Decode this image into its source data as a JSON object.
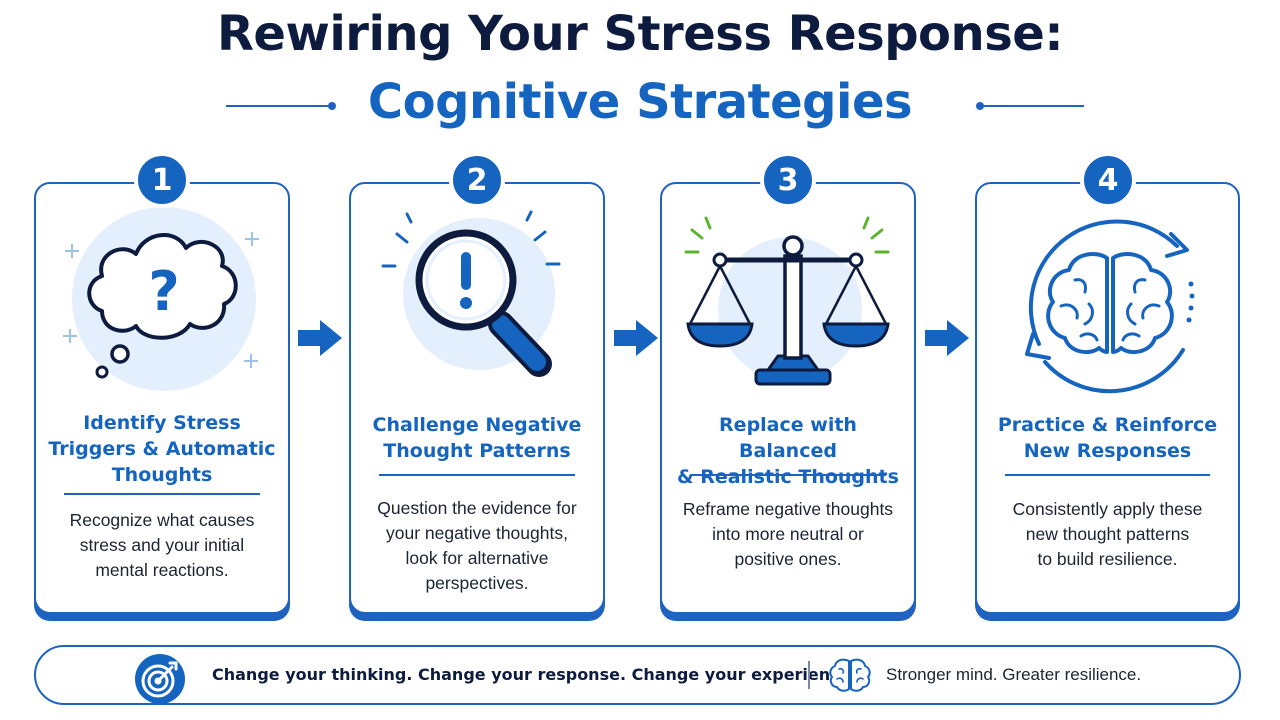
{
  "title": {
    "line1": "Rewiring Your Stress Response:",
    "line2": "Cognitive Strategies"
  },
  "colors": {
    "primary_blue": "#1565c0",
    "navy": "#0d1b3e",
    "light_blue": "#e3effc",
    "accent_green": "#5cb32e"
  },
  "steps": [
    {
      "number": "1",
      "icon": "thought-cloud-question-icon",
      "title": [
        "Identify Stress",
        "Triggers & Automatic",
        "Thoughts"
      ],
      "description": [
        "Recognize what causes",
        "stress and your initial",
        "mental reactions."
      ]
    },
    {
      "number": "2",
      "icon": "magnifying-glass-exclamation-icon",
      "title": [
        "Challenge Negative",
        "Thought Patterns"
      ],
      "description": [
        "Question the evidence for",
        "your negative thoughts,",
        "look for alternative",
        "perspectives."
      ]
    },
    {
      "number": "3",
      "icon": "balance-scale-icon",
      "title": [
        "Replace with Balanced",
        "& Realistic Thoughts"
      ],
      "description": [
        "Reframe negative thoughts",
        "into more neutral or",
        "positive ones."
      ]
    },
    {
      "number": "4",
      "icon": "brain-cycle-icon",
      "title": [
        "Practice & Reinforce",
        "New Responses"
      ],
      "description": [
        "Consistently apply these",
        "new thought patterns",
        "to build resilience."
      ]
    }
  ],
  "footer": {
    "main_text": "Change your thinking. Change your response. Change your experience.",
    "sub_text": "Stronger mind. Greater resilience.",
    "left_icon": "target-icon",
    "right_icon": "brain-icon"
  }
}
